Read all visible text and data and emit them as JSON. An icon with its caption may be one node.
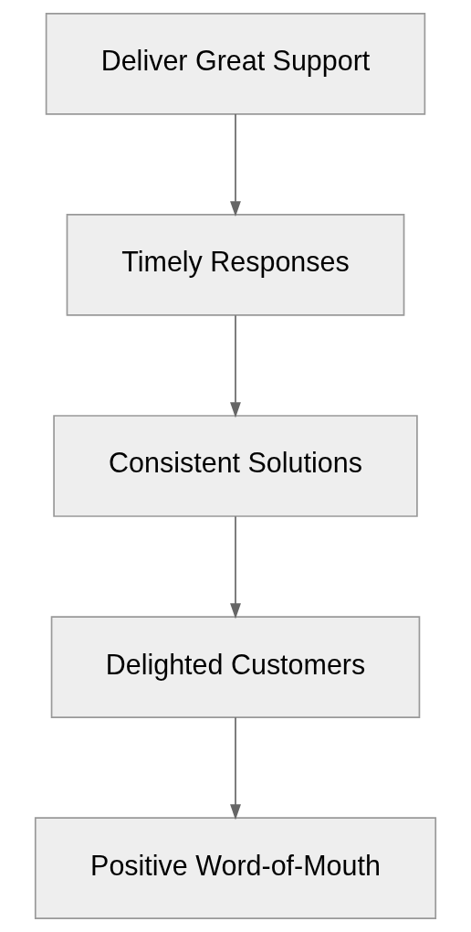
{
  "diagram": {
    "nodes": [
      {
        "text": [
          "Deliver Great Support"
        ]
      },
      {
        "text": [
          "Timely Responses"
        ]
      },
      {
        "text": [
          "Consistent Solutions"
        ]
      },
      {
        "text": [
          "Delighted Customers"
        ]
      },
      {
        "text": [
          "Positive Word-of-Mouth"
        ]
      }
    ],
    "edges": [
      {
        "from": 0,
        "to": 1,
        "arrow": "to"
      },
      {
        "from": 1,
        "to": 2,
        "arrow": "to"
      },
      {
        "from": 2,
        "to": 3,
        "arrow": "to"
      },
      {
        "from": 3,
        "to": 4,
        "arrow": "to"
      }
    ]
  }
}
